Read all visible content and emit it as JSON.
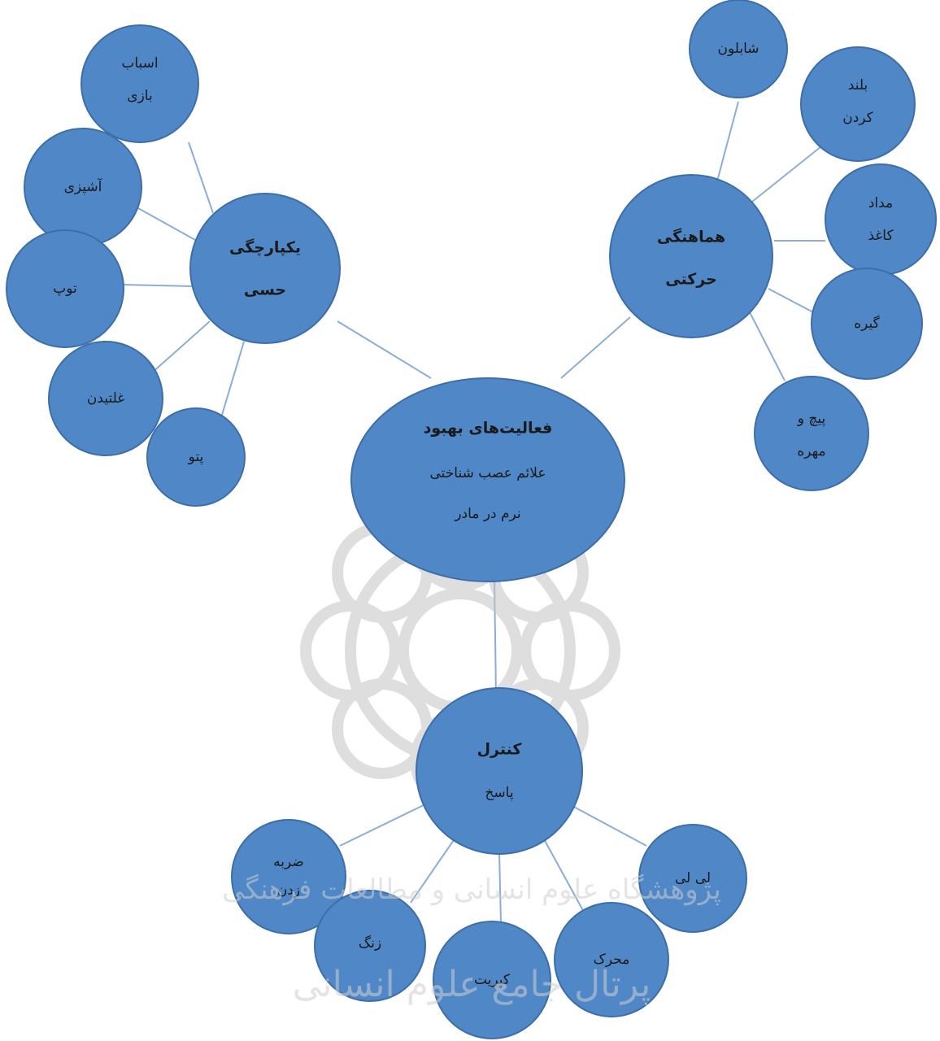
{
  "center": {
    "line1": "فعالیت‌های بهبود",
    "line2": "علائم عصب شناختی",
    "line3": "نرم در مادر"
  },
  "hubs": {
    "sensory": {
      "line1": "یکپارچگی",
      "line2": "حسی"
    },
    "motor": {
      "line1": "هماهنگی",
      "line2": "حرکتی"
    },
    "response": {
      "line1": "کنترل",
      "line2": "پاسخ"
    }
  },
  "sensory_leaves": {
    "toys": {
      "line1": "اسباب",
      "line2": "بازی"
    },
    "cooking": {
      "line1": "آشپزی"
    },
    "ball": {
      "line1": "توپ"
    },
    "rolling": {
      "line1": "غلتیدن"
    },
    "blanket": {
      "line1": "پتو"
    }
  },
  "motor_leaves": {
    "stencil": {
      "line1": "شابلون"
    },
    "lifting": {
      "line1": "بلند",
      "line2": "کردن"
    },
    "pencil_paper": {
      "line1": "مداد",
      "line2": "کاغذ"
    },
    "clip": {
      "line1": "گیره"
    },
    "nut_bolt": {
      "line1": "پیچ و",
      "line2": "مهره"
    }
  },
  "response_leaves": {
    "rhythm": {
      "line1": "ضربه",
      "line2": "زدن"
    },
    "bell": {
      "line1": "زنگ"
    },
    "match": {
      "line1": "کبریت"
    },
    "stimulus": {
      "line1": "محرک"
    },
    "lili": {
      "line1": "لی لی"
    }
  },
  "watermark": {
    "line1": "پژوهشگاه علوم انسانی و مطالعات فرهنگی",
    "line2": "پرتال جامع علوم انسانی"
  },
  "colors": {
    "node_fill": "#4f87c7",
    "node_stroke": "#3d6ea8",
    "edge": "#8aaed8",
    "watermark": "#cfcfcf"
  }
}
